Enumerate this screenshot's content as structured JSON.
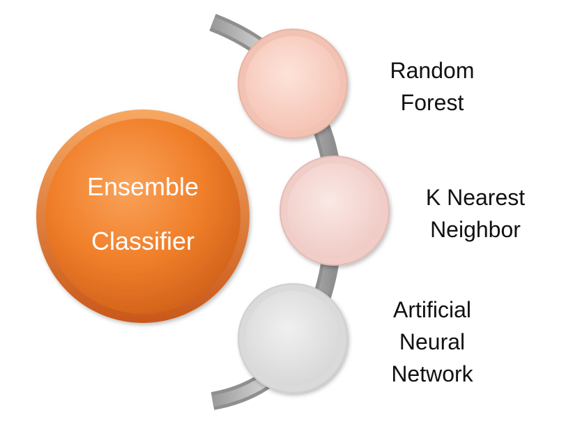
{
  "center": {
    "label_line1": "Ensemble",
    "label_line2": "Classifier",
    "color": "#f07f2a"
  },
  "nodes": [
    {
      "line1": "Random",
      "line2": "Forest",
      "line3": "",
      "color": "#f8cfc3"
    },
    {
      "line1": "K Nearest",
      "line2": "Neighbor",
      "line3": "",
      "color": "#f4d6d2"
    },
    {
      "line1": "Artificial",
      "line2": "Neural",
      "line3": "Network",
      "color": "#e3e3e3"
    }
  ],
  "arc_color": "#a6a6a6"
}
